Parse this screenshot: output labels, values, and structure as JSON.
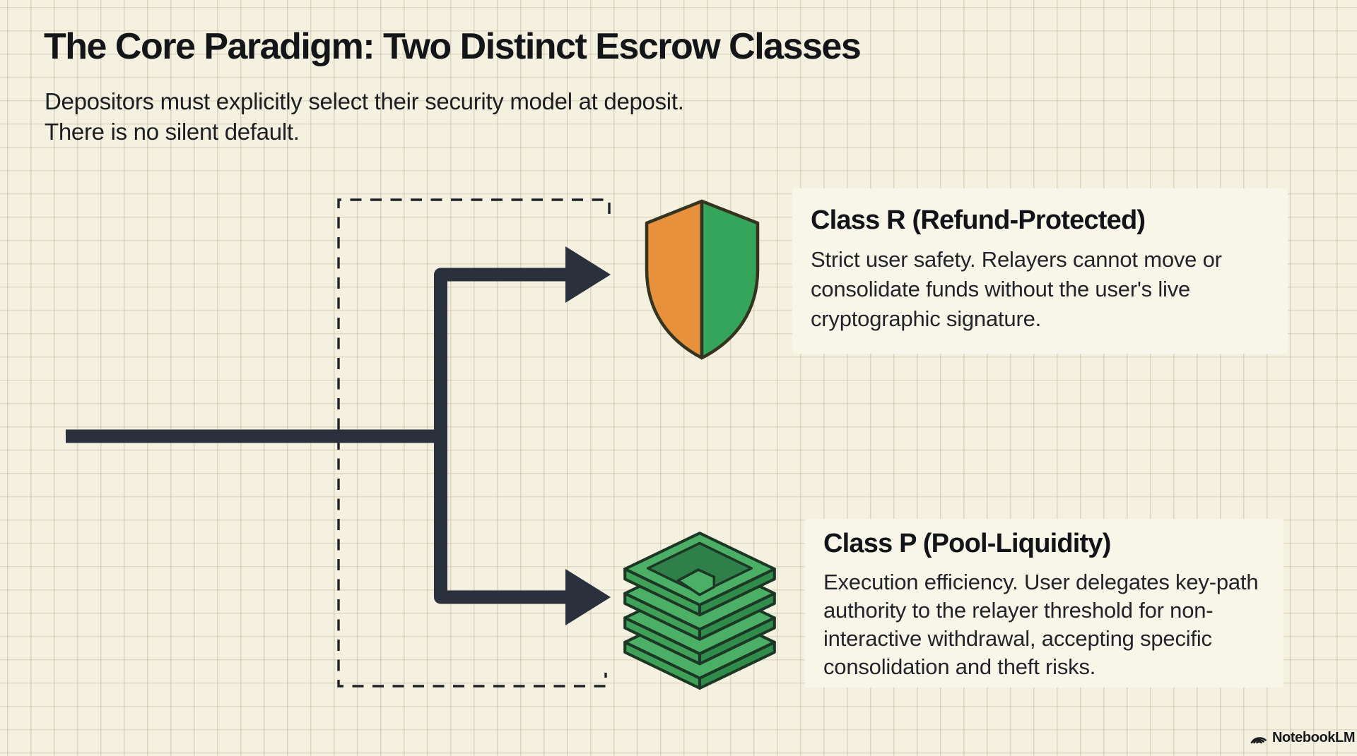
{
  "page": {
    "title": "The Core Paradigm: Two Distinct Escrow Classes",
    "subtitle": "Depositors must explicitly select their security model at deposit.\nThere is no silent default."
  },
  "diagram": {
    "decision_box": "dashed-selection-boundary",
    "branches": [
      {
        "heading": "Class R (Refund-Protected)",
        "body": "Strict user safety. Relayers cannot move or consolidate funds without the user's live cryptographic signature.",
        "icon": "shield-icon"
      },
      {
        "heading": "Class P (Pool-Liquidity)",
        "body": "Execution efficiency. User delegates key-path authority to the relayer threshold for non-interactive withdrawal, accepting specific consolidation and theft risks.",
        "icon": "pool-stack-icon"
      }
    ]
  },
  "watermark": {
    "label": "NotebookLM",
    "icon": "notebooklm-logo-icon"
  },
  "colors": {
    "background": "#F4F1E0",
    "grid_line": "#DCD8C6",
    "card_background": "#F8F6E9",
    "ink": "#141519",
    "arrow": "#2A313D",
    "dashed_box": "#1F2329",
    "shield_orange": "#E8913C",
    "shield_green": "#35A55B",
    "stack_green_top": "#4BB066",
    "stack_green_dark": "#2F8048"
  }
}
